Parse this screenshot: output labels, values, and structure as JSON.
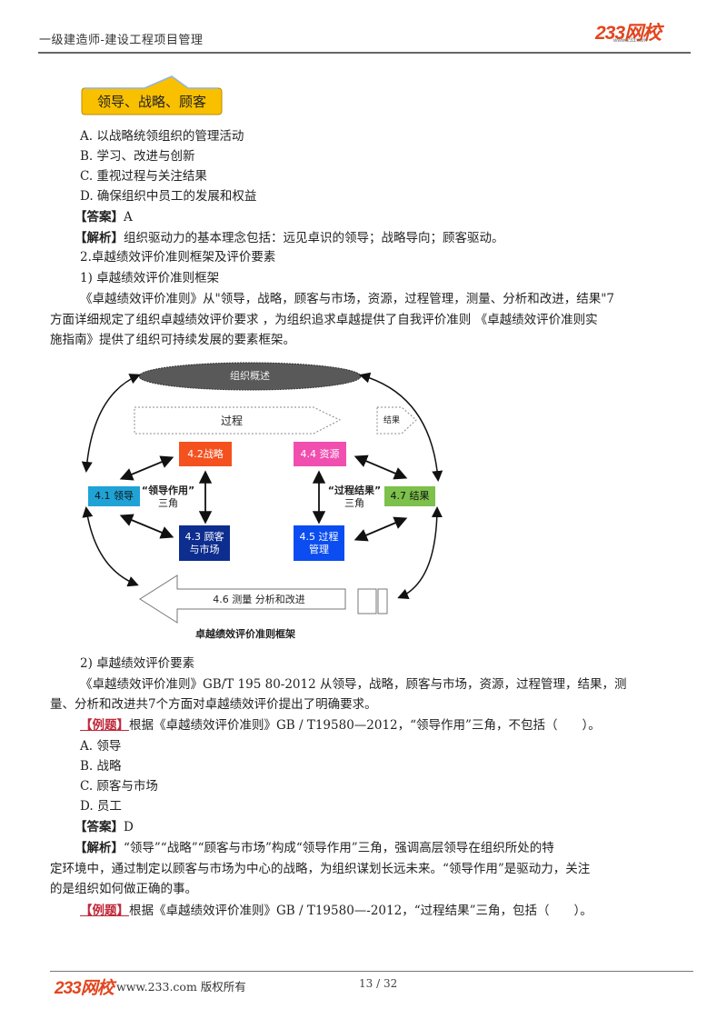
{
  "header": {
    "title": "一级建造师-建设工程项目管理",
    "logo_text": "233网校",
    "logo_url": "www.233.com"
  },
  "tag": {
    "label": "领导、战略、顾客"
  },
  "q1": {
    "options": [
      "A. 以战略统领组织的管理活动",
      "B. 学习、改进与创新",
      "C. 重视过程与关注结果",
      "D. 确保组织中员工的发展和权益"
    ],
    "answer_label": "【答案】",
    "answer_value": "A",
    "analysis_label": "【解析】",
    "analysis_text": "组织驱动力的基本理念包括：远见卓识的领导；战略导向；顾客驱动。"
  },
  "section": {
    "heading": "2.卓越绩效评价准则框架及评价要素",
    "sub1": "1) 卓越绩效评价准则框架",
    "para1_lines": [
      "《卓越绩效评价准则》从\"领导，战略，顾客与市场，资源，过程管理，测量、分析和改进，结果\"7",
      "方面详细规定了组织卓越绩效评价要求 ，为组织追求卓越提供了自我评价准则 《卓越绩效评价准则实",
      "施指南》提供了组织可持续发展的要素框架。"
    ]
  },
  "diagram": {
    "top_ellipse": "组织概述",
    "process_arrow": "过程",
    "result_arrow": "结果",
    "box_41": "4.1 领导",
    "box_42": "4.2战略",
    "box_43_line1": "4.3 顾客",
    "box_43_line2": "与市场",
    "box_44": "4.4 资源",
    "box_45_line1": "4.5 过程",
    "box_45_line2": "管理",
    "box_46": "4.6 测量 分析和改进",
    "box_47": "4.7 结果",
    "triangle_left_line1": "“领导作用”",
    "triangle_left_line2": "三角",
    "triangle_right_line1": "“过程结果”",
    "triangle_right_line2": "三角",
    "caption": "卓越绩效评价准则框架",
    "colors": {
      "ellipse": "#595959",
      "box_41": "#1fa3d6",
      "box_42": "#f4511e",
      "box_43": "#0d2d8f",
      "box_44": "#f04fb0",
      "box_45": "#0b4df0",
      "box_47": "#7dc04b"
    }
  },
  "section2": {
    "sub2": "2) 卓越绩效评价要素",
    "para2_lines": [
      "《卓越绩效评价准则》GB/T 195 80-2012 从领导，战略，顾客与市场，资源，过程管理，结果，测",
      "量、分析和改进共7个方面对卓越绩效评价提出了明确要求。"
    ]
  },
  "q2": {
    "example_label": "【例题】",
    "stem": "根据《卓越绩效评价准则》GB / T19580—2012，“领导作用”三角，不包括（　　）。",
    "options": [
      "A. 领导",
      "B. 战略",
      "C. 顾客与市场",
      "D. 员工"
    ],
    "answer_label": "【答案】",
    "answer_value": "D",
    "analysis_label": "【解析】",
    "analysis_lines": [
      "“领导”“战略”“顾客与市场”构成“领导作用”三角，强调高层领导在组织所处的特",
      "定环境中，通过制定以顾客与市场为中心的战略，为组织谋划长远未来。“领导作用”是驱动力，关注",
      "的是组织如何做正确的事。"
    ]
  },
  "q3": {
    "example_label": "【例题】",
    "stem": "根据《卓越绩效评价准则》GB / T19580—-2012，“过程结果”三角，包括（　　）。"
  },
  "footer": {
    "logo_text": "233网校",
    "site": "www.233.com 版权所有",
    "page": "13 / 32"
  }
}
